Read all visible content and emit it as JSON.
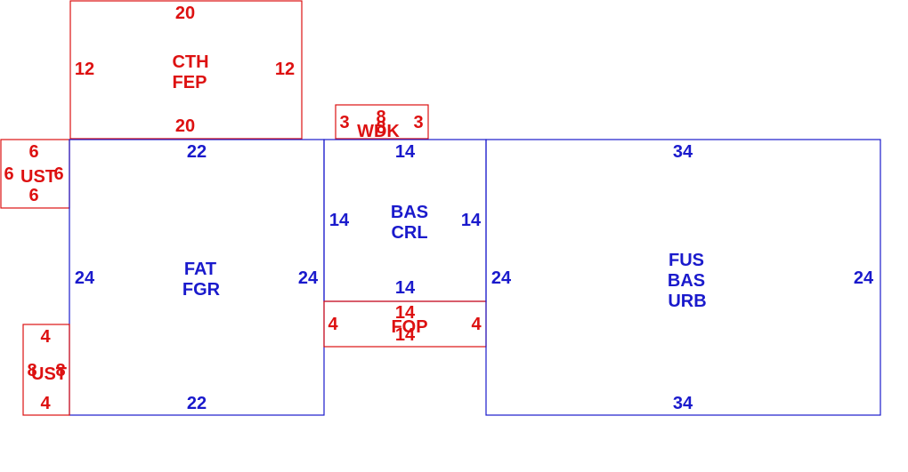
{
  "colors": {
    "living": "#1a1acc",
    "other": "#dd1111",
    "background": "#ffffff"
  },
  "areas": {
    "cth": {
      "labels": [
        "CTH",
        "FEP"
      ],
      "dims": {
        "top": "20",
        "bottom": "20",
        "left": "12",
        "right": "12"
      }
    },
    "wdk": {
      "labels": [
        "WDK"
      ],
      "dims": {
        "top": "8",
        "bottom": "8",
        "left": "3",
        "right": "3"
      }
    },
    "ust_top": {
      "labels": [
        "UST"
      ],
      "dims": {
        "top": "6",
        "bottom": "6",
        "left": "6",
        "right": "6"
      }
    },
    "fat": {
      "labels": [
        "FAT",
        "FGR"
      ],
      "dims": {
        "top": "22",
        "bottom": "22",
        "left": "24",
        "right": "24"
      }
    },
    "bas": {
      "labels": [
        "BAS",
        "CRL"
      ],
      "dims": {
        "top": "14",
        "bottom": "14",
        "left": "14",
        "right": "14"
      }
    },
    "fop": {
      "labels": [
        "FOP"
      ],
      "dims": {
        "top": "14",
        "bottom": "14",
        "left": "4",
        "right": "4"
      }
    },
    "ust_bottom": {
      "labels": [
        "UST"
      ],
      "dims": {
        "top": "4",
        "bottom": "4",
        "left": "8",
        "right": "8"
      }
    },
    "fus": {
      "labels": [
        "FUS",
        "BAS",
        "URB"
      ],
      "dims": {
        "top": "34",
        "bottom": "34",
        "left": "24",
        "right": "24"
      }
    }
  }
}
